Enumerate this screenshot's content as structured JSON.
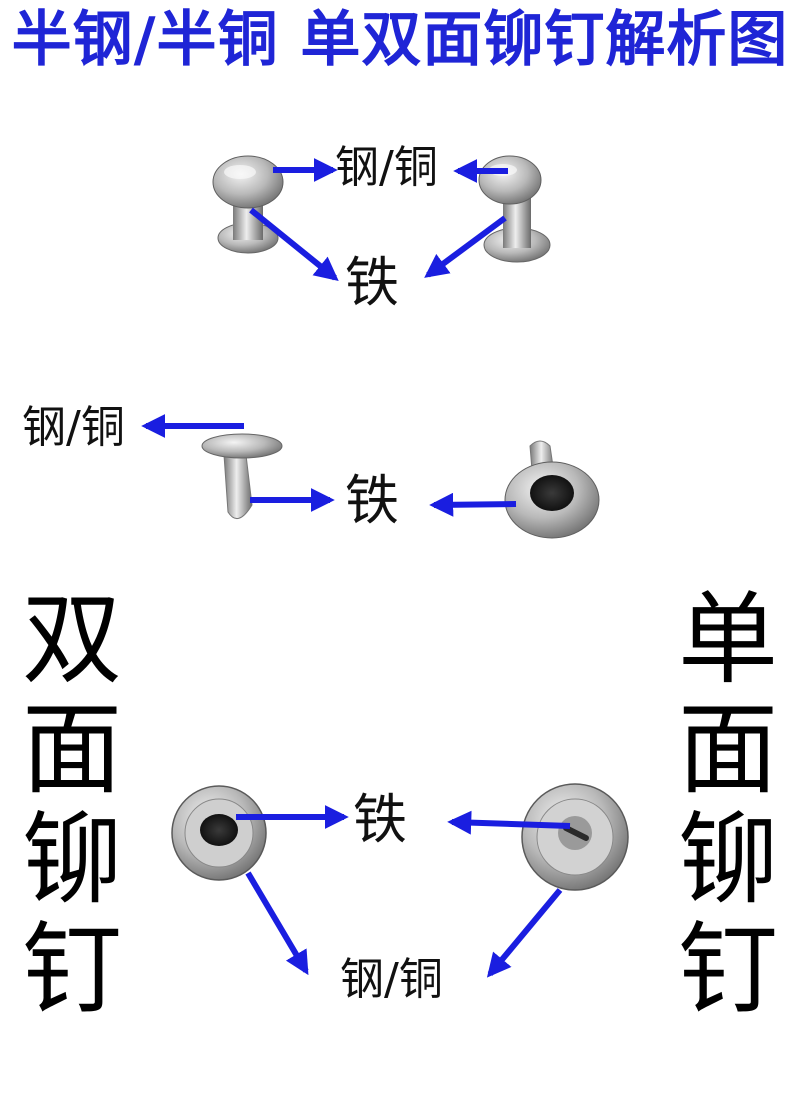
{
  "title": "半钢/半铜 单双面铆钉解析图",
  "labels": {
    "cap_material": "钢/铜",
    "post_material": "铁"
  },
  "side_labels": {
    "double_sided": [
      "双",
      "面",
      "铆",
      "钉"
    ],
    "single_sided": [
      "单",
      "面",
      "铆",
      "钉"
    ]
  },
  "colors": {
    "title": "#1f25d6",
    "arrow": "#1a1ee0",
    "metal": "#c8c8c8",
    "text": "#111111"
  }
}
